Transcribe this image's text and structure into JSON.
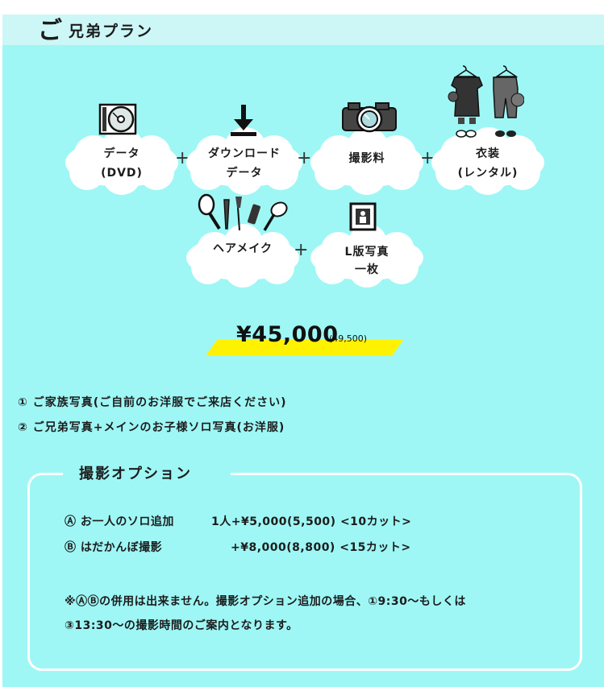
{
  "header": {
    "go": "ご",
    "title": "兄弟プラン"
  },
  "items": [
    {
      "id": "data",
      "line1": "データ",
      "line2": "(DVD)",
      "icon": "dvd-disc-icon"
    },
    {
      "id": "download",
      "line1": "ダウンロード",
      "line2": "データ",
      "icon": "download-arrow-icon"
    },
    {
      "id": "shoot",
      "line1": "撮影料",
      "line2": "",
      "icon": "camera-icon"
    },
    {
      "id": "costume",
      "line1": "衣装",
      "line2": "(レンタル)",
      "icon": "costume-hanger-icon"
    },
    {
      "id": "hairmake",
      "line1": "ヘアメイク",
      "line2": "",
      "icon": "makeup-tools-icon"
    },
    {
      "id": "photo",
      "line1": "L版写真",
      "line2": "一枚",
      "icon": "photo-print-icon"
    }
  ],
  "plus_sign": "+",
  "price": {
    "main": "¥45,000",
    "tax": "(49,500)",
    "highlight_color": "#fff200"
  },
  "notes": [
    "① ご家族写真(ご自前のお洋服でご来店ください)",
    "② ご兄弟写真+メインのお子様ソロ写真(お洋服)"
  ],
  "options": {
    "title": "撮影オプション",
    "items": [
      {
        "label": "Ⓐ お一人のソロ追加",
        "price": "1人+¥5,000(5,500) <10カット>"
      },
      {
        "label": "Ⓑ はだかんぼ撮影",
        "price": "+¥8,000(8,800) <15カット>"
      }
    ],
    "remark_line1": "※ⒶⒷの併用は出来ません。撮影オプション追加の場合、①9:30〜もしくは",
    "remark_line2": "③13:30〜の撮影時間のご案内となります。"
  },
  "colors": {
    "panel": "#9ef7f5",
    "header": "#ccf7f6",
    "cloud": "#ffffff"
  }
}
